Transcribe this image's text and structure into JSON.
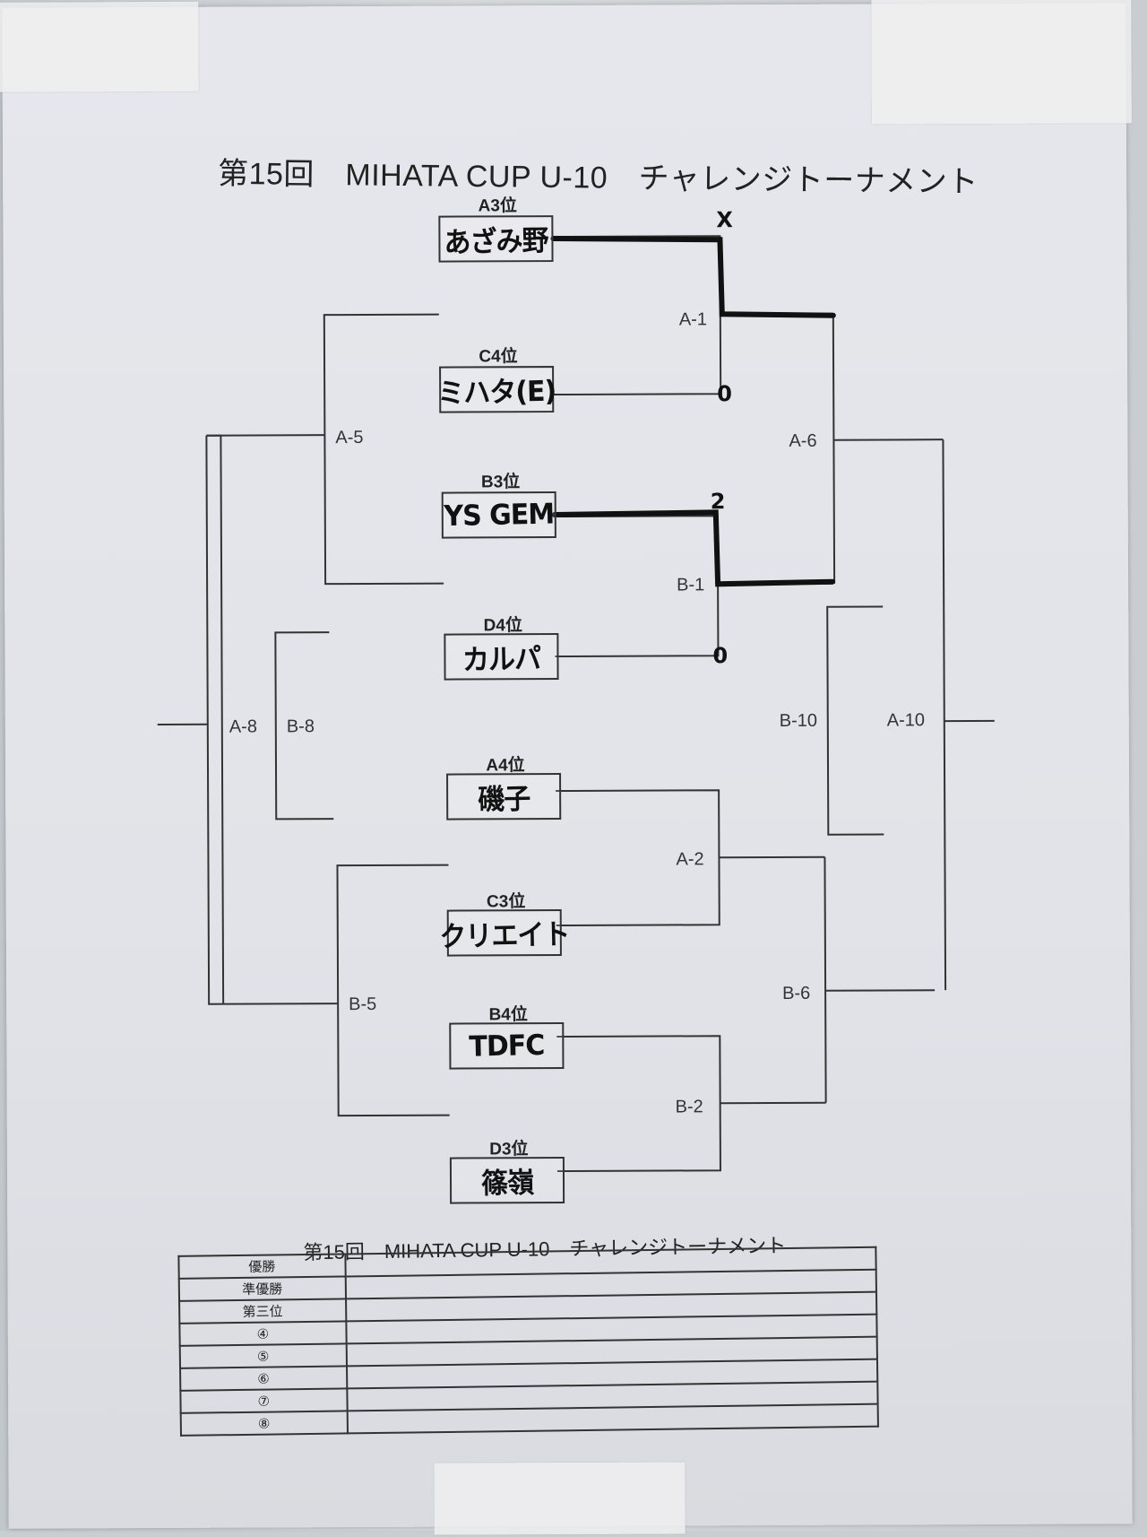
{
  "title": "第15回　MIHATA CUP U-10　チャレンジトーナメント",
  "teams": [
    {
      "seed": "A3位",
      "name": "あざみ野"
    },
    {
      "seed": "C4位",
      "name": "ミハタ(E)"
    },
    {
      "seed": "B3位",
      "name": "YS GEM"
    },
    {
      "seed": "D4位",
      "name": "カルパ"
    },
    {
      "seed": "A4位",
      "name": "磯子"
    },
    {
      "seed": "C3位",
      "name": "クリエイト"
    },
    {
      "seed": "B4位",
      "name": "TDFC"
    },
    {
      "seed": "D3位",
      "name": "篠嶺"
    }
  ],
  "matches": {
    "a1": "A-1",
    "b1": "B-1",
    "a2": "A-2",
    "b2": "B-2",
    "a5": "A-5",
    "b5": "B-5",
    "a6": "A-6",
    "b6": "B-6",
    "a8": "A-8",
    "b8": "B-8",
    "a10": "A-10",
    "b10": "B-10"
  },
  "scores": {
    "a1_top": "X",
    "a1_bottom": "0",
    "b1_top": "2",
    "b1_bottom": "0"
  },
  "results": {
    "title": "第15回　MIHATA CUP U-10　チャレンジトーナメント",
    "ranks": [
      "優勝",
      "準優勝",
      "第三位",
      "④",
      "⑤",
      "⑥",
      "⑦",
      "⑧"
    ]
  }
}
